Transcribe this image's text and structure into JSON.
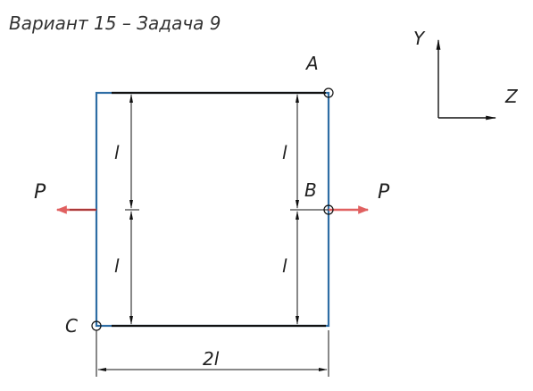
{
  "title": "Вариант 15  –  Задача 9",
  "axes": {
    "y_label": "Y",
    "z_label": "Z"
  },
  "points": {
    "a": "A",
    "b": "B",
    "c": "C"
  },
  "forces": {
    "left": "P",
    "right": "P"
  },
  "dimensions": {
    "left_upper": "l",
    "left_lower": "l",
    "right_upper": "l",
    "right_lower": "l",
    "bottom": "2l"
  },
  "colors": {
    "frame": "#2e6da4",
    "force": "#e06060",
    "line": "#111111"
  }
}
